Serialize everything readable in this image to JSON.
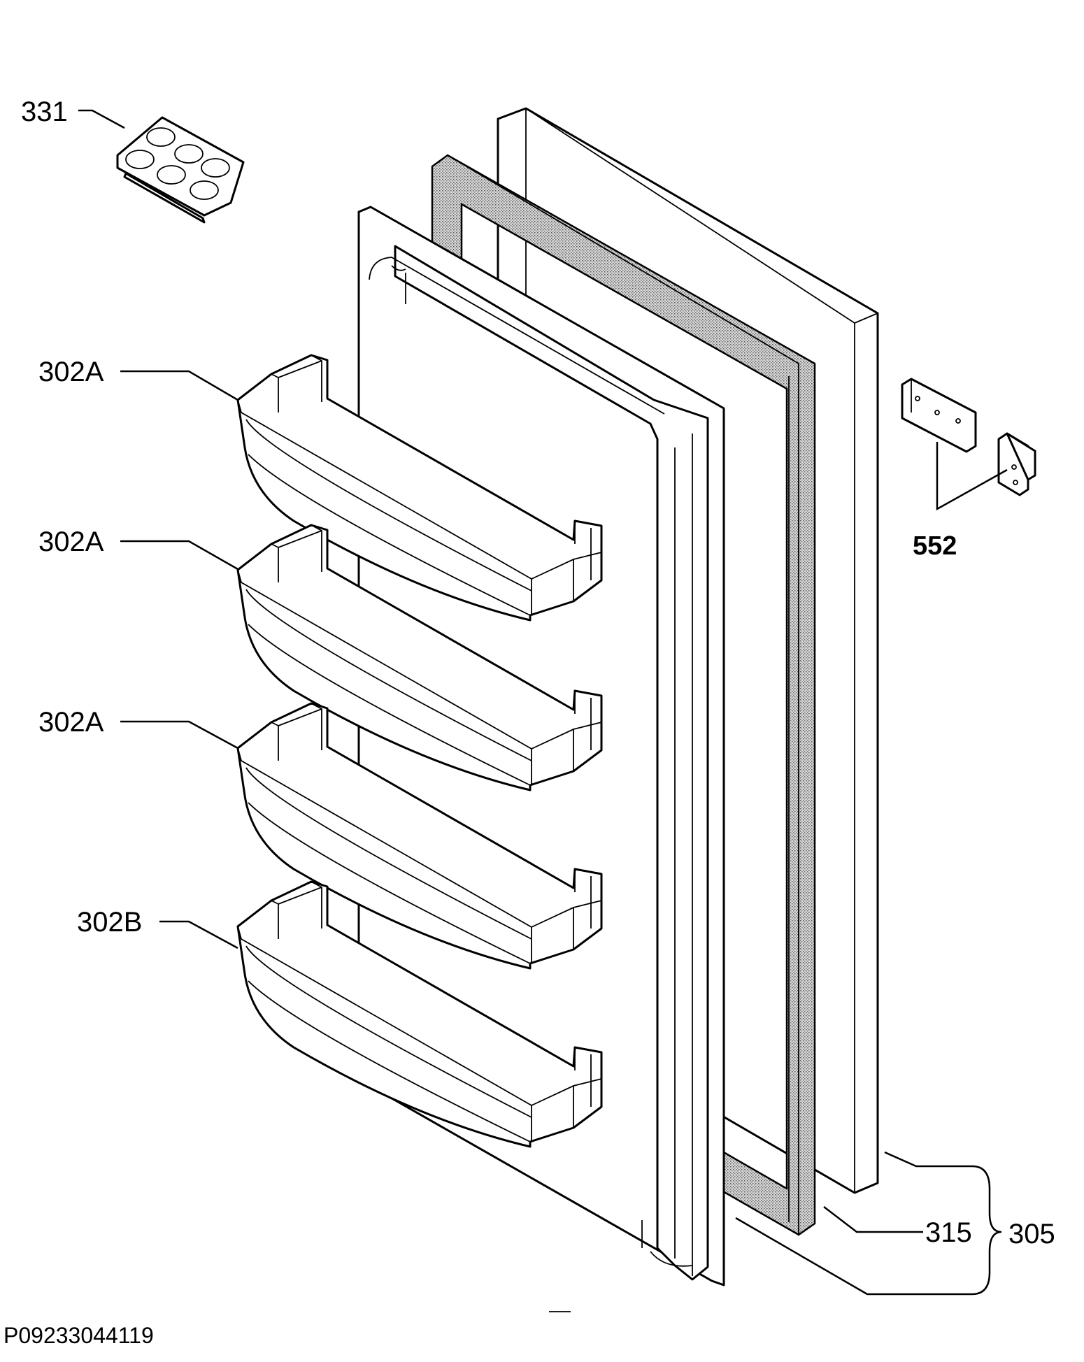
{
  "labels": {
    "egg_tray": "331",
    "shelf_1": "302A",
    "shelf_2": "302A",
    "shelf_3": "302A",
    "shelf_4": "302B",
    "hinge": "552",
    "gasket": "315",
    "door_assembly": "305"
  },
  "drawing_code": "P09233044119"
}
